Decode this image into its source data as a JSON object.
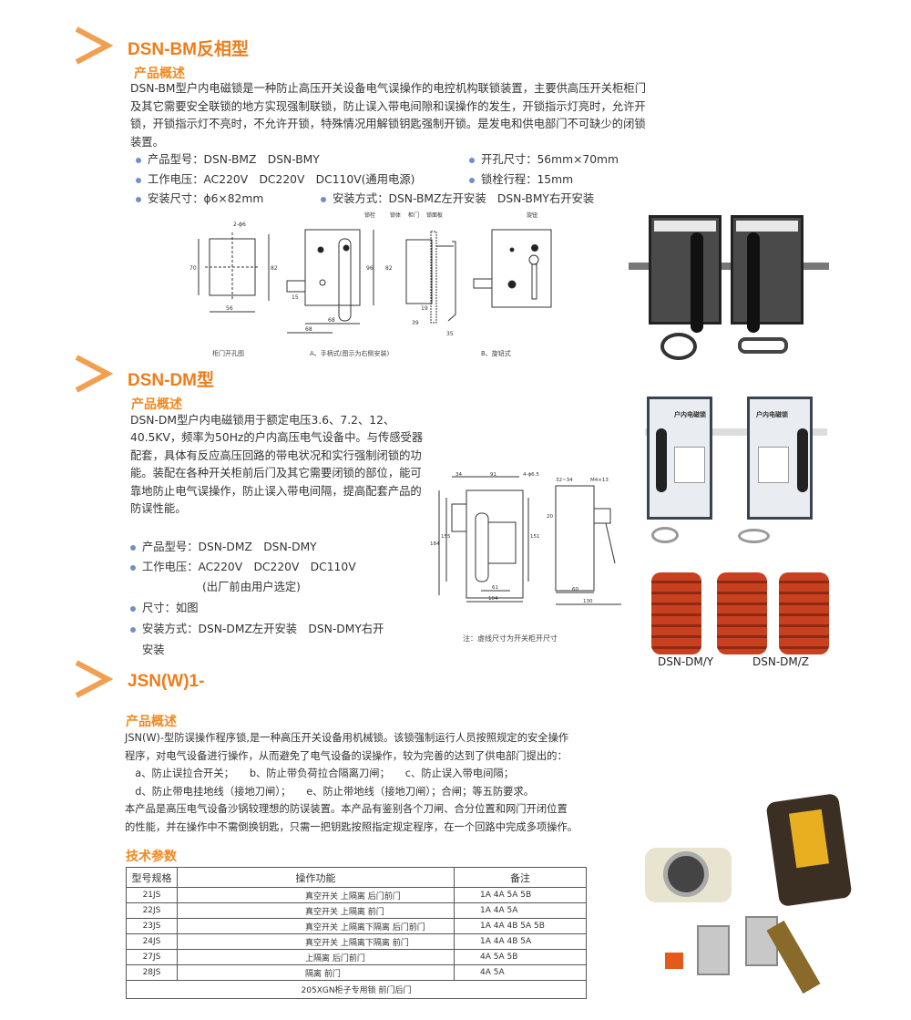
{
  "sections": [
    {
      "title": "DSN-BM反相型",
      "subtitle": "产品概述",
      "description": "DSN-BM型户内电磁锁是一种防止高压开关设备电气误操作的电控机构联锁装置，主要供高压开关柜柜门及其它需要安全联锁的地方实现强制联锁，防止误入带电间隙和误操作的发生，开锁指示灯亮时，允许开锁，开锁指示灯不亮时，不允许开锁，特殊情况用解锁钥匙强制开锁。是发电和供电部门不可缺少的闭锁装置。",
      "specs": [
        "产品型号：DSN-BMZ　DSN-BMY",
        "开孔尺寸：56mm×70mm",
        "工作电压：AC220V　DC220V　DC110V(通用电源)",
        "锁栓行程：15mm",
        "安装尺寸：ϕ6×82mm",
        "安装方式：DSN-BMZ左开安装　DSN-BMY右开安装"
      ],
      "diagram": {
        "captions": [
          "柜门开孔图",
          "A、手柄式(图示为右侧安装)",
          "B、旋钮式"
        ],
        "labels": [
          "2-ϕ6",
          "70",
          "82",
          "56",
          "15",
          "96",
          "68",
          "68",
          "锁栓",
          "锁体",
          "柜门",
          "锁面板",
          "82",
          "19",
          "39",
          "35",
          "旋钮"
        ]
      }
    },
    {
      "title": "DSN-DM型",
      "subtitle": "产品概述",
      "description": "DSN-DM型户内电磁锁用于额定电压3.6、7.2、12、40.5KV，频率为50Hz的户内高压电气设备中。与传感受器配套，具体有反应高压回路的带电状况和实行强制闭锁的功能。装配在各种开关柜前后门及其它需要闭锁的部位，能可靠地防止电气误操作，防止误入带电间隔，提高配套产品的防误性能。",
      "specs": [
        "产品型号：DSN-DMZ　DSN-DMY",
        "工作电压：AC220V　DC220V　DC110V",
        "(出厂前由用户选定)",
        "尺寸：如图",
        "安装方式：DSN-DMZ左开安装　DSN-DMY右开",
        "安装"
      ],
      "diagram": {
        "note": "注：虚线尺寸为开关柜开尺寸",
        "labels": [
          "34",
          "91",
          "4-ϕ6.5",
          "184",
          "155",
          "151",
          "61",
          "104",
          "32~34",
          "M4×13",
          "20",
          "60",
          "130"
        ]
      },
      "photo_labels": [
        "户内电磁锁",
        "户内电磁锁"
      ],
      "insulator_captions": [
        "DSN-DM/Y",
        "DSN-DM/Z"
      ]
    },
    {
      "title": "JSN(W)1-",
      "subtitle": "产品概述",
      "description_lines": [
        "JSN(W)-型防误操作程序锁,是一种高压开关设备用机械锁。该锁强制运行人员按照规定的安全操作",
        "程序，对电气设备进行操作，从而避免了电气设备的误操作，较为完善的达到了供电部门提出的：",
        "　a、防止误拉合开关；　　b、防止带负荷拉合隔离刀闸；　　c、防止误入带电间隔；",
        "　d、防止带电挂地线（接地刀闸）；　　e、防止带地线（接地刀闸）；合闸；等五防要求。",
        "本产品是高压电气设备沙锅较理想的防误装置。本产品有鉴别各个刀闸、合分位置和网门开闭位置",
        "的性能，并在操作中不需倒换钥匙，只需一把钥匙按照指定规定程序，在一个回路中完成多项操作。"
      ],
      "table_title": "技术参数",
      "table": {
        "headers": [
          "型号规格",
          "操作功能",
          "备注"
        ],
        "rows": [
          [
            "21JS",
            "真空开关 上隔离 后门前门",
            "1A 4A 5A 5B"
          ],
          [
            "22JS",
            "真空开关 上隔离 前门",
            "1A 4A 5A"
          ],
          [
            "23JS",
            "真空开关 上隔离下隔离 后门前门",
            "1A 4A 4B 5A 5B"
          ],
          [
            "24JS",
            "真空开关 上隔离下隔离 前门",
            "1A 4A 4B 5A"
          ],
          [
            "27JS",
            "上隔离 后门前门",
            "4A 5A 5B"
          ],
          [
            "28JS",
            "隔离 前门",
            "4A 5A"
          ]
        ],
        "footer": "205XGN柜子专用锁 前门后门"
      }
    }
  ],
  "colors": {
    "accent": "#ee7d1a",
    "bullet": "#6f8fc8",
    "insulator": "#c8401f"
  }
}
